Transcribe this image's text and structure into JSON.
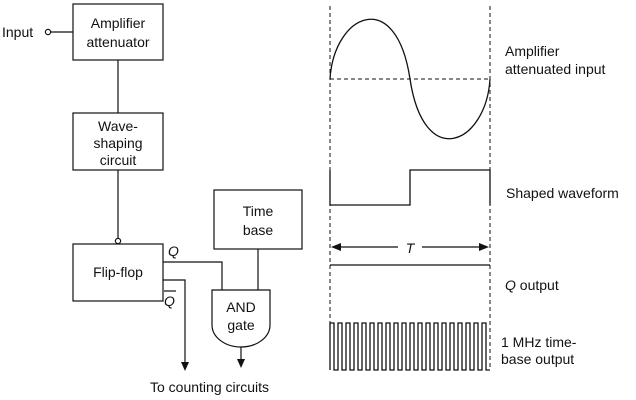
{
  "block_diagram": {
    "input_label": "Input",
    "amplifier": [
      "Amplifier",
      "attenuator"
    ],
    "wave_shaping": [
      "Wave-",
      "shaping",
      "circuit"
    ],
    "flip_flop": "Flip-flop",
    "q_label": "Q",
    "qbar_label": "Q",
    "time_base": [
      "Time",
      "base"
    ],
    "and_gate": [
      "AND",
      "gate"
    ],
    "counting_label": "To counting circuits"
  },
  "waveforms": {
    "amplifier_label": [
      "Amplifier",
      "attenuated input"
    ],
    "shaped_label": "Shaped waveform",
    "period_label": "T",
    "q_output_label_italic": "Q",
    "q_output_label_rest": " output",
    "time_base_label": [
      "1 MHz time-",
      "base output"
    ]
  }
}
